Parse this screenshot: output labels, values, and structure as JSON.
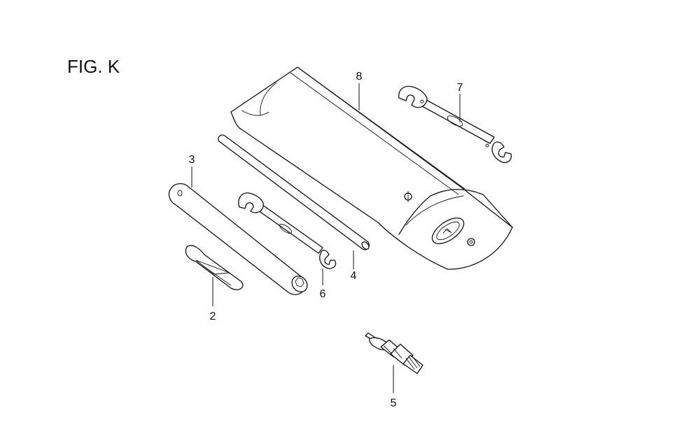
{
  "figure": {
    "title": "FIG. K"
  },
  "callouts": {
    "c2": "2",
    "c3": "3",
    "c4": "4",
    "c5": "5",
    "c6": "6",
    "c7": "7",
    "c8": "8"
  }
}
